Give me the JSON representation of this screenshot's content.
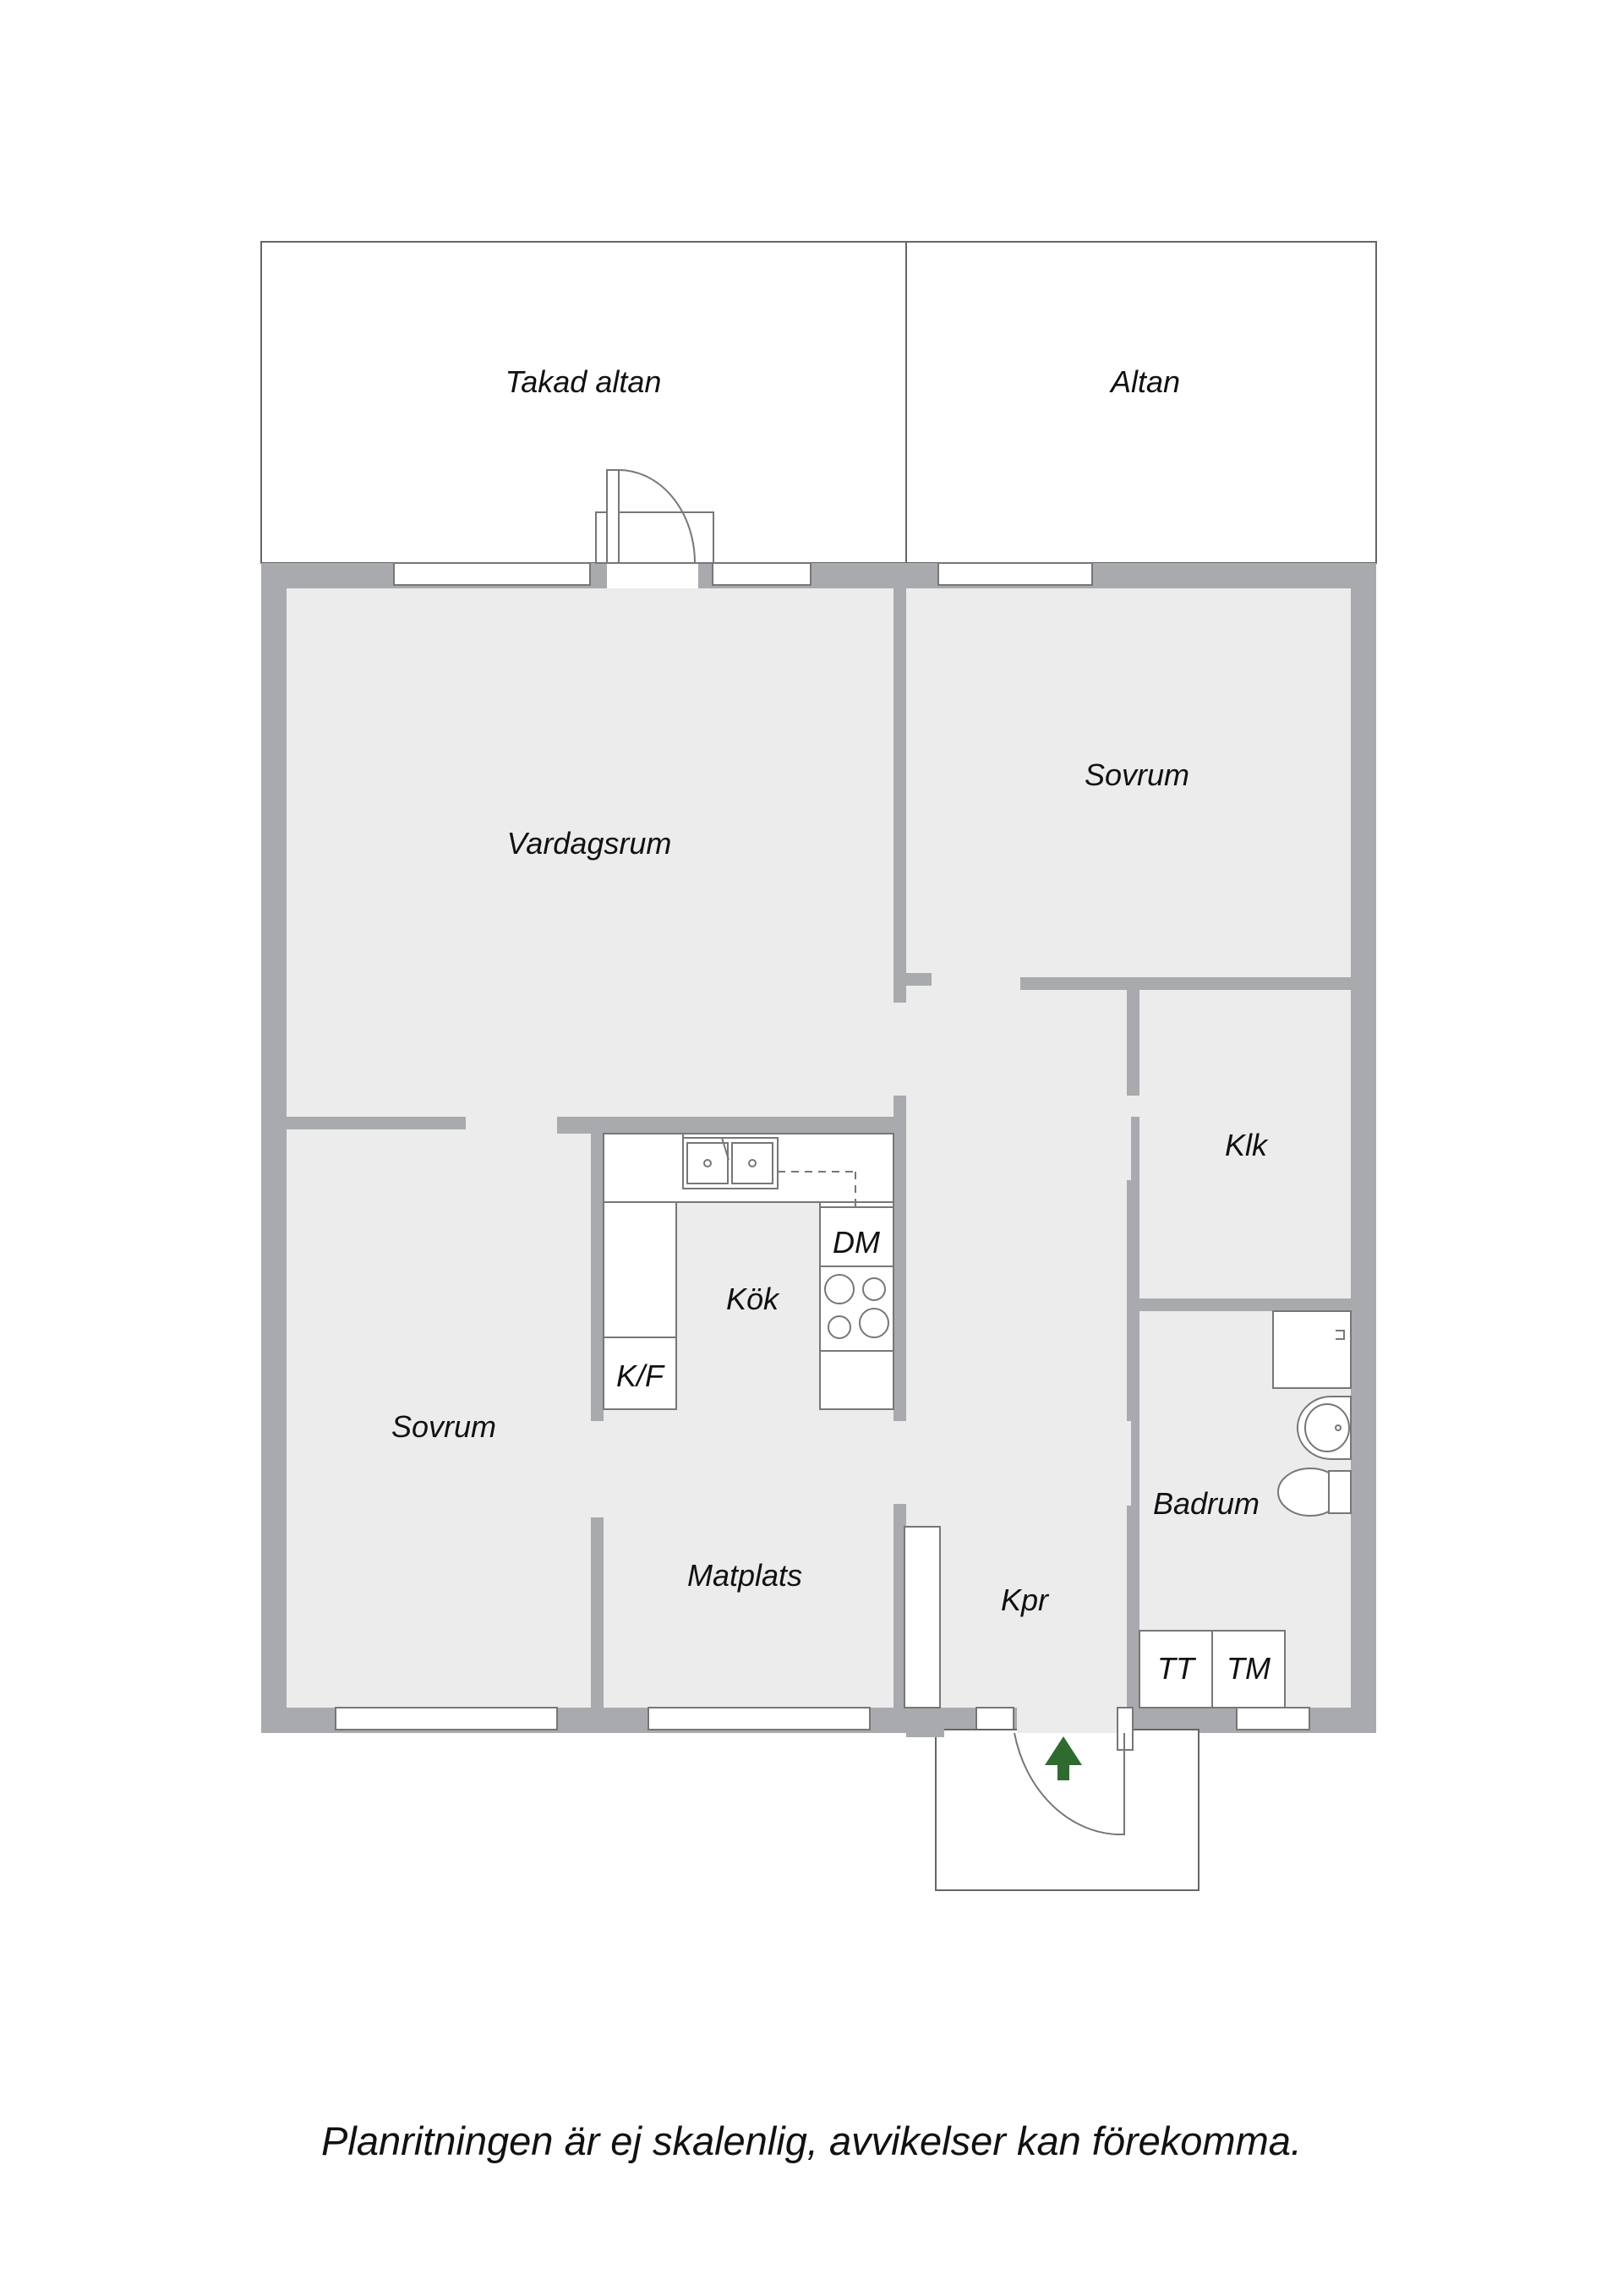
{
  "rooms": {
    "takad_altan": "Takad altan",
    "altan": "Altan",
    "vardagsrum": "Vardagsrum",
    "sovrum_1": "Sovrum",
    "sovrum_2": "Sovrum",
    "klk": "Klk",
    "kok": "Kök",
    "badrum": "Badrum",
    "matplats": "Matplats",
    "kpr": "Kpr"
  },
  "fixtures": {
    "dm": "DM",
    "kf": "K/F",
    "tt": "TT",
    "tm": "TM"
  },
  "disclaimer": "Planritningen är ej skalenlig, avvikelser kan förekomma.",
  "colors": {
    "wall": "#a8aaad",
    "floor": "#ececec",
    "line": "#555555",
    "entrance_arrow": "#2e6b2e"
  },
  "icons": {
    "entrance": "entrance-arrow-icon"
  }
}
